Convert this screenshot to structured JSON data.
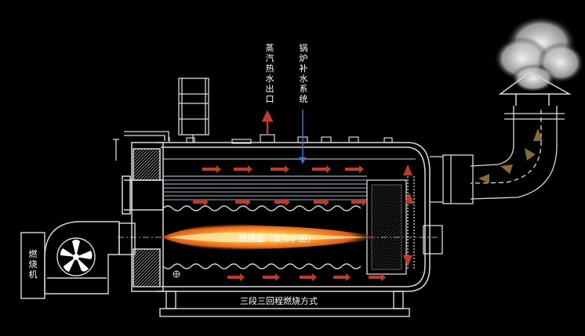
{
  "labels": {
    "steam_outlet": "蒸汽热水出口",
    "feed_water": "锅炉补水系统",
    "burner": "燃烧机",
    "combustion_chamber": "燃烧室（波形炉胆）",
    "three_pass": "三段三回程燃烧方式"
  },
  "colors": {
    "outline": "#d9d9d9",
    "flow_arrow": "#c0392b",
    "flame": "#ff9a1f",
    "exhaust": "#8a6a3a",
    "smoke": "#d0d0d0"
  },
  "icons": [
    "fan-icon",
    "flame-icon",
    "smoke-icon",
    "chimney-cap-icon",
    "flow-arrow-icon"
  ]
}
